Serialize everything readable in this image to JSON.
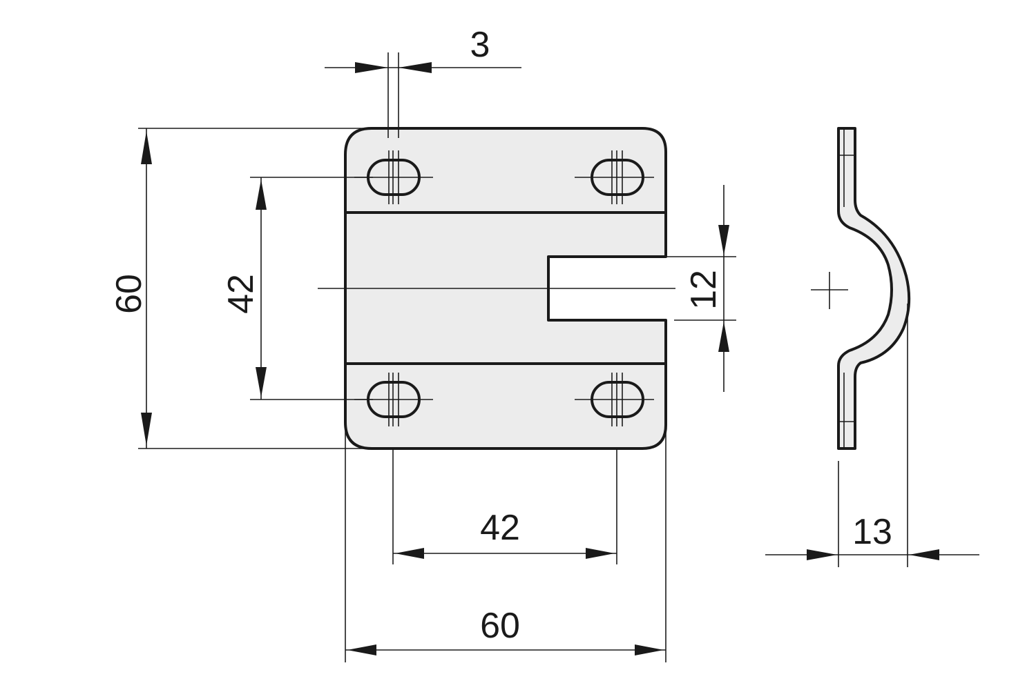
{
  "dimensions": {
    "slot_width": "3",
    "overall_height": "60",
    "hole_spacing_vertical": "42",
    "gap_width": "12",
    "hole_spacing_horizontal": "42",
    "overall_width": "60",
    "side_depth": "13"
  }
}
